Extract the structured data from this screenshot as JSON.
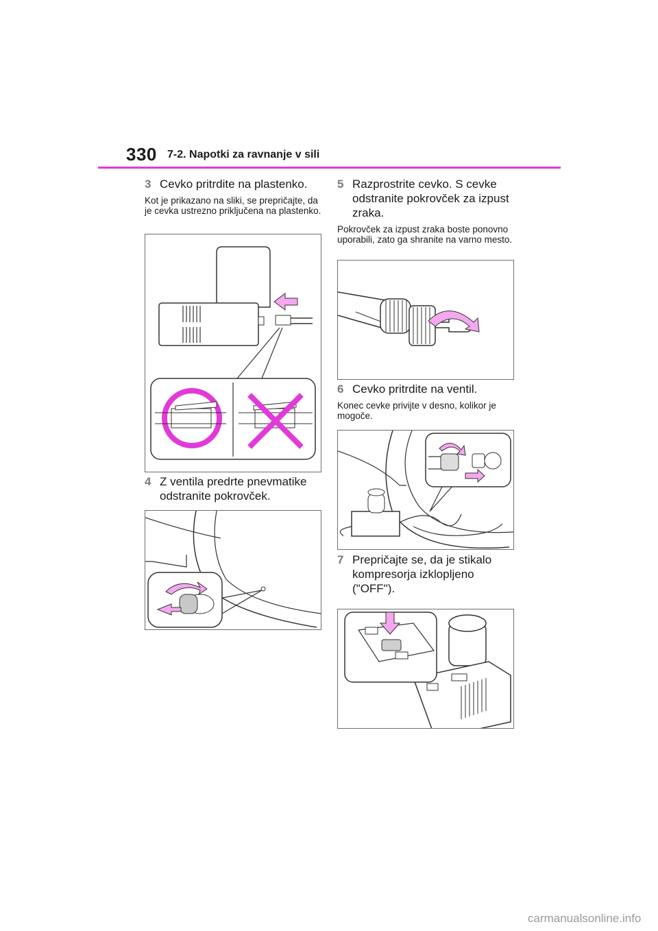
{
  "header": {
    "page_number": "330",
    "section": "7-2. Napotki za ravnanje v sili",
    "rule_color": "#e23ad8"
  },
  "steps": [
    {
      "num": "3",
      "text": "Cevko pritrdite na plastenko.",
      "note": "Kot je prikazano na sliki, se prepričajte, da je cevka ustrezno priključena na plastenko."
    },
    {
      "num": "4",
      "text": "Z ventila predrte pnevmatike odstranite pokrovček.",
      "note": ""
    },
    {
      "num": "5",
      "text": "Razprostrite cevko. S cevke odstranite pokrovček za izpust zraka.",
      "note": "Pokrovček za izpust zraka boste ponovno uporabili, zato ga shranite na varno mesto."
    },
    {
      "num": "6",
      "text": "Cevko pritrdite na ventil.",
      "note": "Konec cevke privijte v desno, kolikor je mogoče."
    },
    {
      "num": "7",
      "text": "Prepričajte se, da je stikalo kompresorja izklopljeno (\"OFF\").",
      "note": ""
    }
  ],
  "footer": {
    "watermark": "carmanualsonline.info"
  },
  "colors": {
    "accent": "#e23ad8",
    "arrow": "#f3a8ef",
    "line": "#333333"
  }
}
